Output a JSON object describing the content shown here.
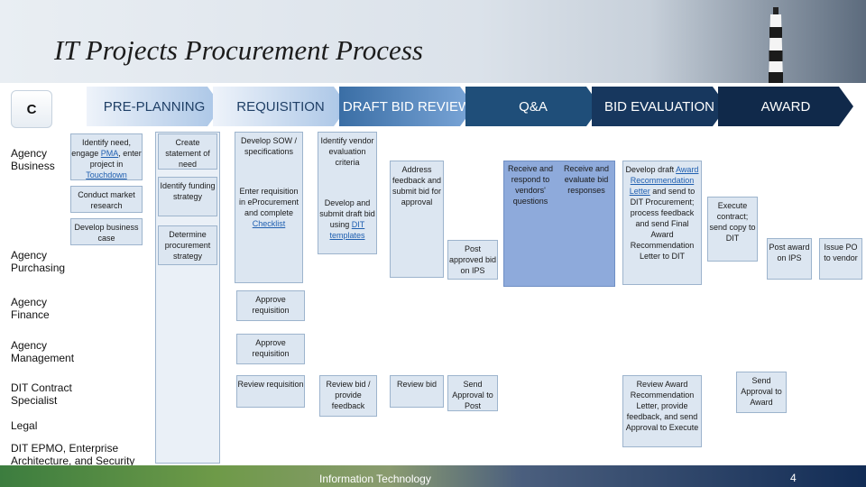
{
  "title": "IT Projects Procurement Process",
  "legend_box": "C",
  "phases": [
    {
      "label": "PRE-PLANNING"
    },
    {
      "label": "REQUISITION"
    },
    {
      "label": "DRAFT BID REVIEW"
    },
    {
      "label": "Q&A"
    },
    {
      "label": "BID EVALUATION"
    },
    {
      "label": "AWARD"
    }
  ],
  "rows": {
    "agency_business": "Agency Business",
    "agency_purchasing": "Agency Purchasing",
    "agency_finance": "Agency Finance",
    "agency_management": "Agency Management",
    "dit_contract_specialist": "DIT Contract Specialist",
    "legal": "Legal",
    "dit_epmo": "DIT EPMO, Enterprise Architecture, and Security"
  },
  "steps": {
    "identify_need_a": "Identify need, engage",
    "identify_need_link": "PMA",
    "identify_need_b": ", enter project in",
    "identify_need_link2": "Touchdown",
    "conduct_market_research": "Conduct market research",
    "develop_business_case": "Develop business case",
    "create_statement_of_need": "Create statement of need",
    "identify_funding_strategy": "Identify funding strategy",
    "determine_procurement_strategy": "Determine procurement strategy",
    "develop_sow": "Develop SOW / specifications",
    "enter_requisition_a": "Enter requisition in eProcurement and complete",
    "enter_requisition_link": "Checklist",
    "identify_vendor_criteria": "Identify vendor evaluation criteria",
    "develop_draft_bid_a": "Develop and submit draft bid using",
    "develop_draft_bid_link": "DIT templates",
    "address_feedback": "Address feedback and submit bid for approval",
    "post_approved_bid": "Post approved bid on IPS",
    "receive_respond": "Receive and respond to vendors' questions",
    "receive_evaluate": "Receive and evaluate bid responses",
    "develop_draft_award_a": "Develop draft",
    "develop_draft_award_link": "Award Recommendation Letter",
    "develop_draft_award_b": "and send to DIT Procurement; process feedback and send Final Award Recommendation Letter to DIT",
    "execute_contract": "Execute contract; send copy to DIT",
    "post_award": "Post award on IPS",
    "issue_po": "Issue PO to vendor",
    "approve_req_finance": "Approve requisition",
    "approve_req_mgmt": "Approve requisition",
    "review_requisition": "Review requisition",
    "review_bid_feedback": "Review bid / provide feedback",
    "review_bid": "Review bid",
    "send_approval_post": "Send Approval to Post",
    "review_award_letter": "Review Award Recommendation Letter, provide feedback, and send Approval to Execute",
    "send_approval_award": "Send Approval to Award"
  },
  "footer": "Information Technology",
  "page_number": "4",
  "colors": {
    "phase_dark": "#17375e",
    "phase_light": "#a9c5e6",
    "box_fill": "#dce6f1",
    "lane_blue": "#8eaadb"
  }
}
